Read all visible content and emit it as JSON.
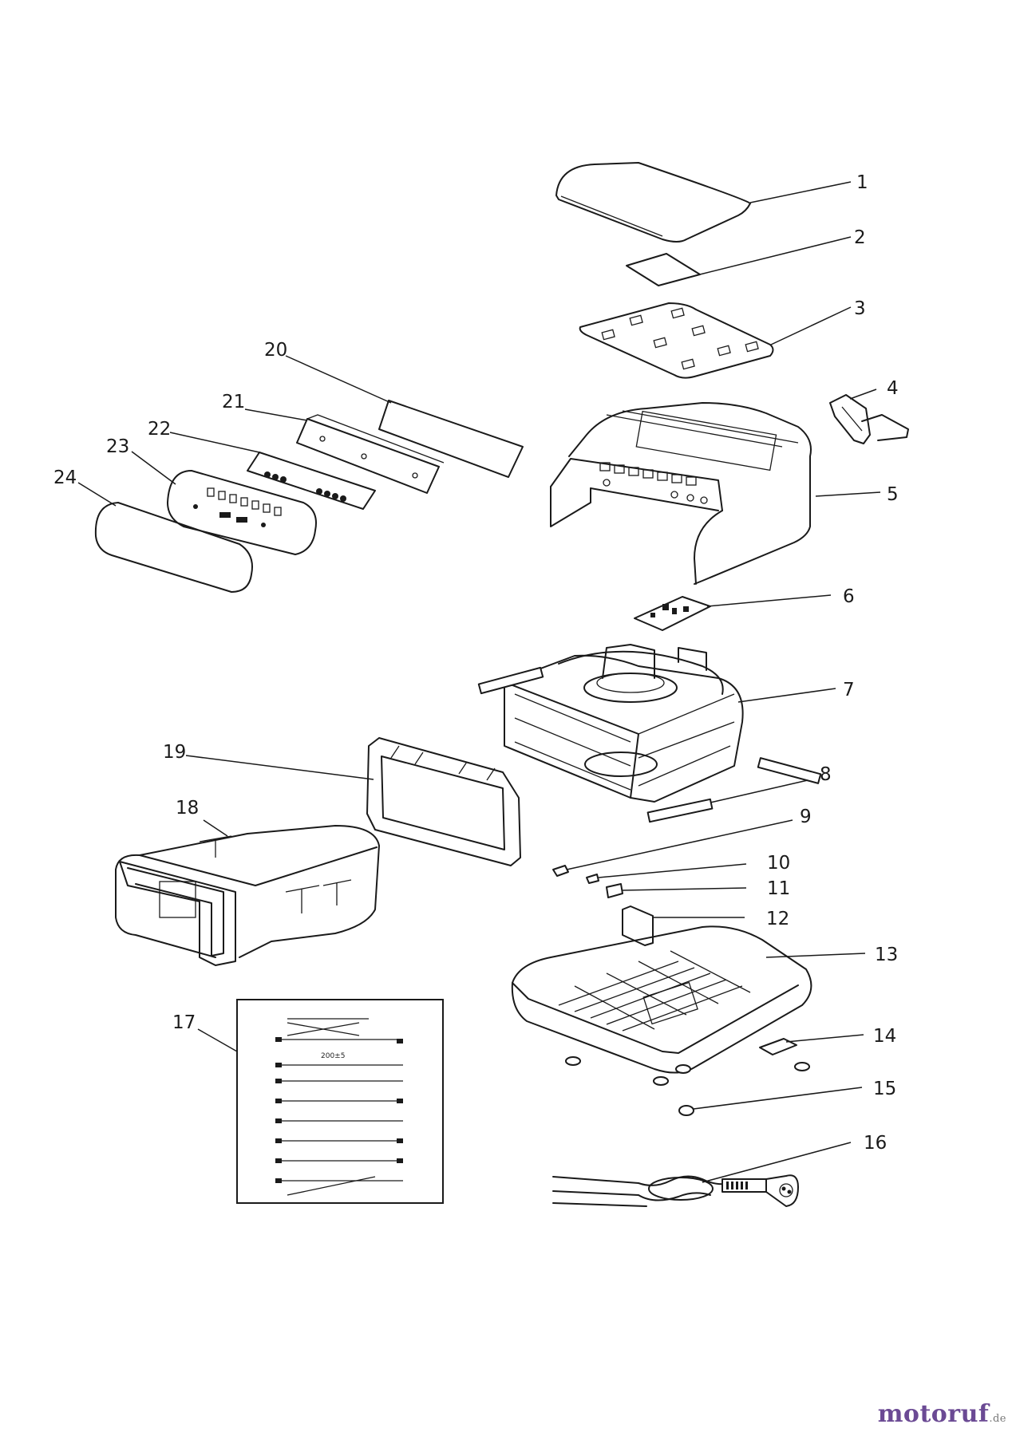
{
  "callouts": [
    {
      "id": "1",
      "label": "1"
    },
    {
      "id": "2",
      "label": "2"
    },
    {
      "id": "3",
      "label": "3"
    },
    {
      "id": "4",
      "label": "4"
    },
    {
      "id": "5",
      "label": "5"
    },
    {
      "id": "6",
      "label": "6"
    },
    {
      "id": "7",
      "label": "7"
    },
    {
      "id": "8",
      "label": "8"
    },
    {
      "id": "9",
      "label": "9"
    },
    {
      "id": "10",
      "label": "10"
    },
    {
      "id": "11",
      "label": "11"
    },
    {
      "id": "12",
      "label": "12"
    },
    {
      "id": "13",
      "label": "13"
    },
    {
      "id": "14",
      "label": "14"
    },
    {
      "id": "15",
      "label": "15"
    },
    {
      "id": "16",
      "label": "16"
    },
    {
      "id": "17",
      "label": "17"
    },
    {
      "id": "18",
      "label": "18"
    },
    {
      "id": "19",
      "label": "19"
    },
    {
      "id": "20",
      "label": "20"
    },
    {
      "id": "21",
      "label": "21"
    },
    {
      "id": "22",
      "label": "22"
    },
    {
      "id": "23",
      "label": "23"
    },
    {
      "id": "24",
      "label": "24"
    }
  ],
  "wiring_panel": {
    "dimension_label": "200±5"
  },
  "watermark": {
    "brand_main": "motoruf",
    "brand_suffix": ".de"
  }
}
